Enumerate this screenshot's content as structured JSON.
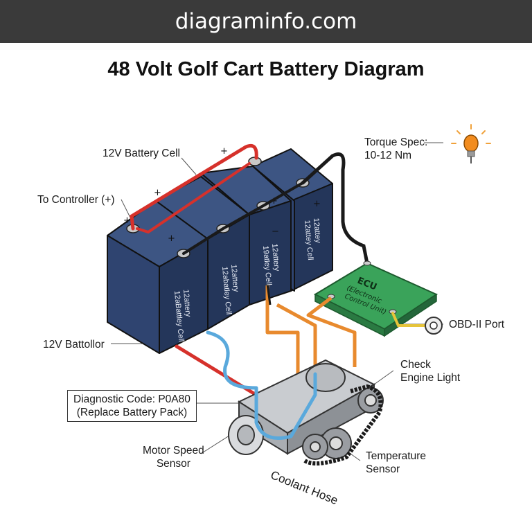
{
  "site": "diagraminfo.com",
  "title": "48 Volt Golf Cart Battery Diagram",
  "labels": {
    "battery_cell": "12V Battery Cell",
    "controller": "To Controller (+)",
    "battollor": "12V Battollor",
    "torque_line1": "Torque Spec:",
    "torque_line2": "10-12 Nm",
    "obd": "OBD-II Port",
    "check_line1": "Check",
    "check_line2": "Engine Light",
    "diag_line1": "Diagnostic Code: P0A80",
    "diag_line2": "(Replace Battery Pack)",
    "motor_line1": "Motor Speed",
    "motor_line2": "Sensor",
    "coolant": "Coolant Hose",
    "temp_line1": "Temperature",
    "temp_line2": "Sensor"
  },
  "battery_labels": {
    "b1_line1": "12attery",
    "b1_line2": "12aBattley Cell",
    "b2_line1": "12attery",
    "b2_line2": "12abatley Cell",
    "b3_line1": "12attery",
    "b3_line2": "19atley Cell",
    "b4_line1": "12attey",
    "b4_line2": "12attey Cell"
  },
  "ecu": {
    "title": "ECU",
    "sub1": "(Electronic",
    "sub2": "Control Unit)"
  },
  "colors": {
    "banner": "#3a3a3a",
    "battery_front": "#2f4470",
    "battery_top": "#3d5583",
    "battery_side": "#24365a",
    "wire_red": "#d6312b",
    "wire_black": "#1a1a1a",
    "wire_blue": "#5aa9dc",
    "wire_orange": "#e88a2e",
    "wire_yellow": "#e6c43a",
    "ecu_green": "#3aa35a"
  }
}
